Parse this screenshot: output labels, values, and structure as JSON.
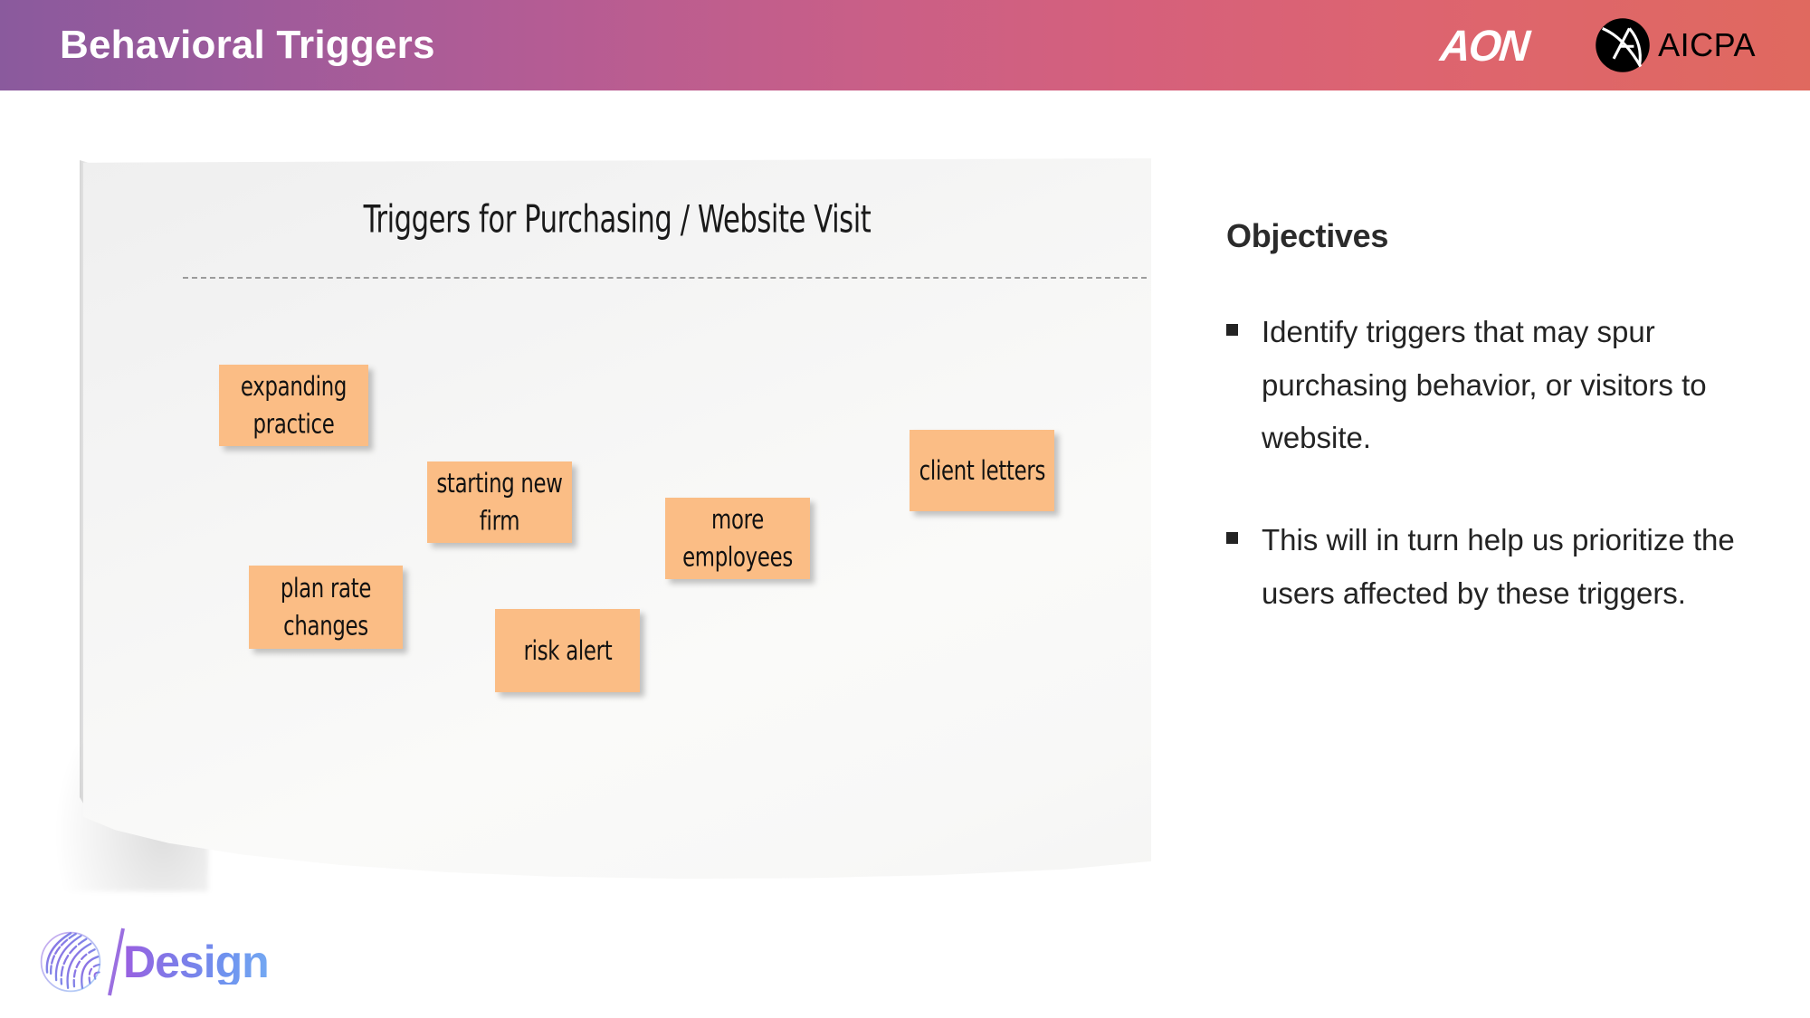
{
  "header": {
    "title": "Behavioral Triggers",
    "gradient_start": "#8a5a9d",
    "gradient_end": "#e0695f",
    "aon_logo_text": "AON",
    "aicpa_logo_text": "AICPA"
  },
  "whiteboard": {
    "board_title": "Triggers for Purchasing / Website Visit",
    "note_color": "#fbbd85",
    "sticky_notes": [
      {
        "id": "expanding-practice",
        "text": "expanding practice"
      },
      {
        "id": "starting-new-firm",
        "text": "starting new firm"
      },
      {
        "id": "more-employees",
        "text": "more employees"
      },
      {
        "id": "client-letters",
        "text": "client letters"
      },
      {
        "id": "plan-rate-changes",
        "text": "plan rate changes"
      },
      {
        "id": "risk-alert",
        "text": "risk alert"
      }
    ]
  },
  "objectives": {
    "heading": "Objectives",
    "items": [
      "Identify triggers that may spur purchasing behavior, or visitors to website.",
      "This will in turn help us prioritize the users affected by these triggers."
    ]
  },
  "footer": {
    "design_logo_text": "Design",
    "design_gradient_start": "#9b5fe0",
    "design_gradient_end": "#74a9f2"
  }
}
